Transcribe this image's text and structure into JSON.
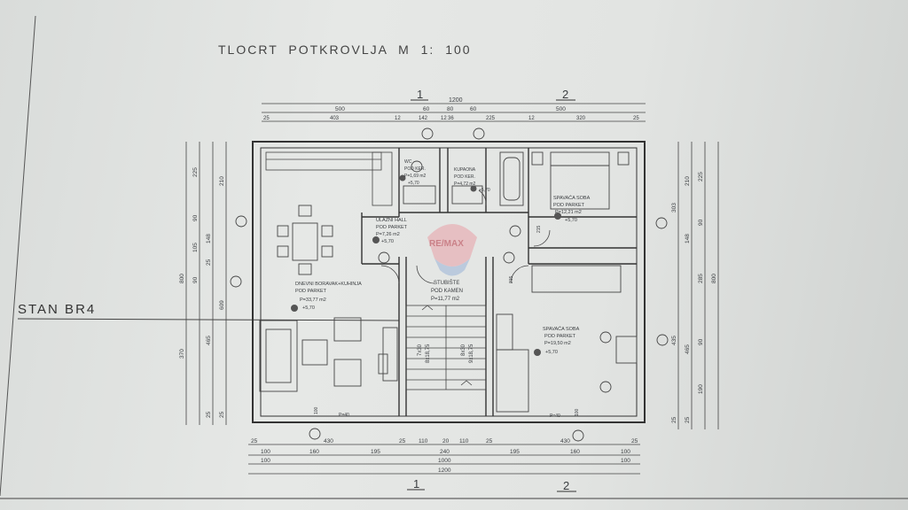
{
  "title": "TLOCRT POTKROVLJA",
  "scale": "M 1: 100",
  "apartment_label": "STAN BR4",
  "axis_labels": [
    "1",
    "2"
  ],
  "logo_text": "RE/MAX",
  "dims_top": {
    "overall": "1200",
    "row2": [
      "500",
      "60",
      "80",
      "60",
      "500"
    ],
    "row3": [
      "25",
      "403",
      "12",
      "142",
      "12",
      "36",
      "225",
      "12",
      "320",
      "25"
    ]
  },
  "dims_bottom": {
    "row1": [
      "25",
      "430",
      "25",
      "110",
      "20",
      "110",
      "25",
      "430",
      "25"
    ],
    "row2": [
      "100",
      "160",
      "195",
      "240",
      "195",
      "160",
      "100"
    ],
    "row3": [
      "100",
      "1000",
      "100"
    ],
    "overall": "1200"
  },
  "dims_left": [
    "800",
    "225",
    "90",
    "105",
    "90",
    "465",
    "370",
    "148",
    "25",
    "609",
    "210",
    "25",
    "25"
  ],
  "dims_right": [
    "303",
    "210",
    "225",
    "148",
    "90",
    "285",
    "800",
    "435",
    "465",
    "90",
    "190",
    "25",
    "25"
  ],
  "rooms": {
    "living": {
      "name": "DNEVNI BORAVAK+KUHINJA",
      "floor": "POD PARKET",
      "area": "P=33,77 m2",
      "level": "+5,70"
    },
    "hall": {
      "name": "ULAZNI HALL",
      "floor": "POD PARKET",
      "area": "P=7,26 m2",
      "level": "+5,70"
    },
    "wc": {
      "name": "WC",
      "floor": "POD KER.",
      "area": "P=1,69 m2",
      "level": "+5,70"
    },
    "bath": {
      "name": "KUPAONA",
      "floor": "POD KER.",
      "area": "P=4,72 m2",
      "level": "+5,70"
    },
    "bed1": {
      "name": "SPAVAĆA SOBA",
      "floor": "POD PARKET",
      "area": "P=12,21 m2",
      "level": "+5,70"
    },
    "stairs": {
      "name": "STUBIŠTE",
      "floor": "POD KAMEN",
      "area": "P=11,77 m2"
    },
    "bed2": {
      "name": "SPAVAĆA SOBA",
      "floor": "POD PARKET",
      "area": "P=19,50 m2",
      "level": "+5,70"
    }
  },
  "stair_labels": [
    "7x30",
    "8x18,75",
    "8x30",
    "9x18,75"
  ],
  "window_labels": [
    "P=40",
    "P=40",
    "100",
    "215",
    "100",
    "215"
  ]
}
